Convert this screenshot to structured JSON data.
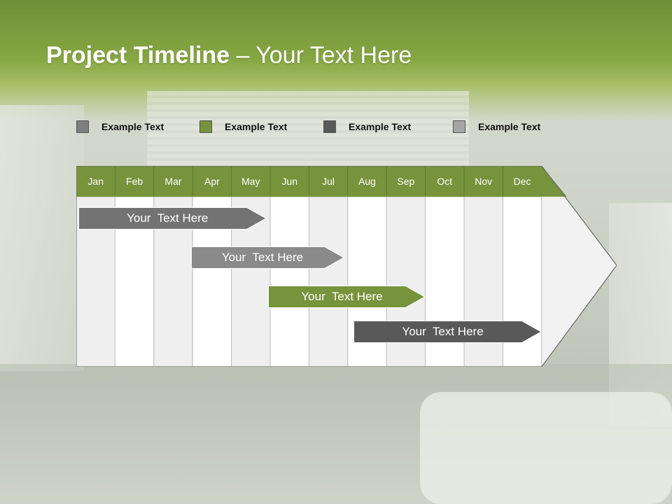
{
  "title": {
    "bold": "Project Timeline",
    "rest": " – Your Text Here"
  },
  "legend": [
    {
      "label": "Example Text",
      "color": "#7f7f7f"
    },
    {
      "label": "Example Text",
      "color": "#77933c"
    },
    {
      "label": "Example Text",
      "color": "#595959"
    },
    {
      "label": "Example Text",
      "color": "#a6a6a6"
    }
  ],
  "months": [
    "Jan",
    "Feb",
    "Mar",
    "Apr",
    "May",
    "Jun",
    "Jul",
    "Aug",
    "Sep",
    "Oct",
    "Nov",
    "Dec"
  ],
  "tasks": [
    {
      "label": "Your  Text Here",
      "start_month": 1,
      "end_month": 4.9,
      "color": "#737373"
    },
    {
      "label": "Your  Text Here",
      "start_month": 3.9,
      "end_month": 6.9,
      "color": "#8a8a8a"
    },
    {
      "label": "Your  Text Here",
      "start_month": 5.9,
      "end_month": 9.0,
      "color": "#77933c"
    },
    {
      "label": "Your  Text Here",
      "start_month": 8.1,
      "end_month": 12.0,
      "color": "#595959"
    }
  ],
  "colors": {
    "header": "#77933c",
    "cell_odd": "#efefef",
    "cell_even": "#ffffff",
    "arrow_fill": "#f2f2f2"
  }
}
